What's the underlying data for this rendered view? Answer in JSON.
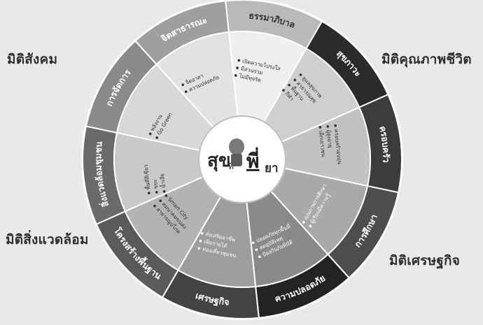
{
  "corner_titles": {
    "social": "มิติสังคม",
    "quality_of_life": "มิติคุณภาพชีวิต",
    "environment": "มิติสิ่งแวดล้อม",
    "economy": "มิติเศรษฐกิจ"
  },
  "center_logo": {
    "top_text": "สุข",
    "small_text": "ที่",
    "main_text": "พี่",
    "tail_text": "ยา"
  },
  "sectors": [
    {
      "label": "ธรรมาภิบาล",
      "bullets": [
        "เปิดความโปร่งใส",
        "มีส่วนร่วม",
        "ไม่มีทุจริต"
      ],
      "outer_color": "#b9b9b9",
      "inner_color": "#efefef",
      "text_color": "#333333"
    },
    {
      "label": "สุขภาวะ",
      "bullets": [
        "ดูแลสุขภาพ",
        "สาธารณสุข",
        "พื้นฐาน",
        "กีฬา"
      ],
      "outer_color": "#2b2b2b",
      "inner_color": "#cfcfcf",
      "text_color": "#ffffff"
    },
    {
      "label": "ครอบครัว",
      "bullets": [
        "ครอบครัวอบอุ่น",
        "ผู้สูงอายุ",
        "เด็กเยาวชน"
      ],
      "outer_color": "#3c3c3c",
      "inner_color": "#c2c2c2",
      "text_color": "#ffffff"
    },
    {
      "label": "การศึกษา",
      "bullets": [
        "คุณภาพการศึกษา",
        "ผู้เรียนมีความรู้"
      ],
      "outer_color": "#4d4d4d",
      "inner_color": "#a9a9a9",
      "text_color": "#ffffff"
    },
    {
      "label": "ความปลอดภัย",
      "bullets": [
        "ปลอดภัยทุกพื้นที่",
        "ลดอุบัติเหตุ",
        "ป้องกันภัยพิบัติ"
      ],
      "outer_color": "#232323",
      "inner_color": "#8a8a8a",
      "text_color": "#ffffff"
    },
    {
      "label": "เศรษฐกิจ",
      "bullets": [
        "ส่งเสริมอาชีพ",
        "เพิ่มรายได้",
        "ท่องเที่ยวชุมชน"
      ],
      "outer_color": "#434343",
      "inner_color": "#9d9d9d",
      "text_color": "#ffffff"
    },
    {
      "label": "โครงสร้างพื้นฐาน",
      "bullets": [
        "Smart City",
        "คมนาคมขนส่ง",
        "สาธารณูปโภค"
      ],
      "outer_color": "#5a5a5a",
      "inner_color": "#b3b3b3",
      "text_color": "#ffffff"
    },
    {
      "label": "สิ่งแวดล้อมชุมชน",
      "bullets": [
        "พื้นที่สีเขียว",
        "ขยะ",
        "น้ำเสีย"
      ],
      "outer_color": "#6a6a6a",
      "inner_color": "#c9c9c9",
      "text_color": "#ffffff"
    },
    {
      "label": "การจัดการ",
      "bullets": [
        "พลังงาน",
        "Go Green"
      ],
      "outer_color": "#8a8a8a",
      "inner_color": "#d8d8d8",
      "text_color": "#ffffff"
    },
    {
      "label": "จิตสาธารณะ",
      "bullets": [
        "จิตอาสา",
        "ความปลอดภัย"
      ],
      "outer_color": "#9f9f9f",
      "inner_color": "#e2e2e2",
      "text_color": "#ffffff"
    }
  ]
}
